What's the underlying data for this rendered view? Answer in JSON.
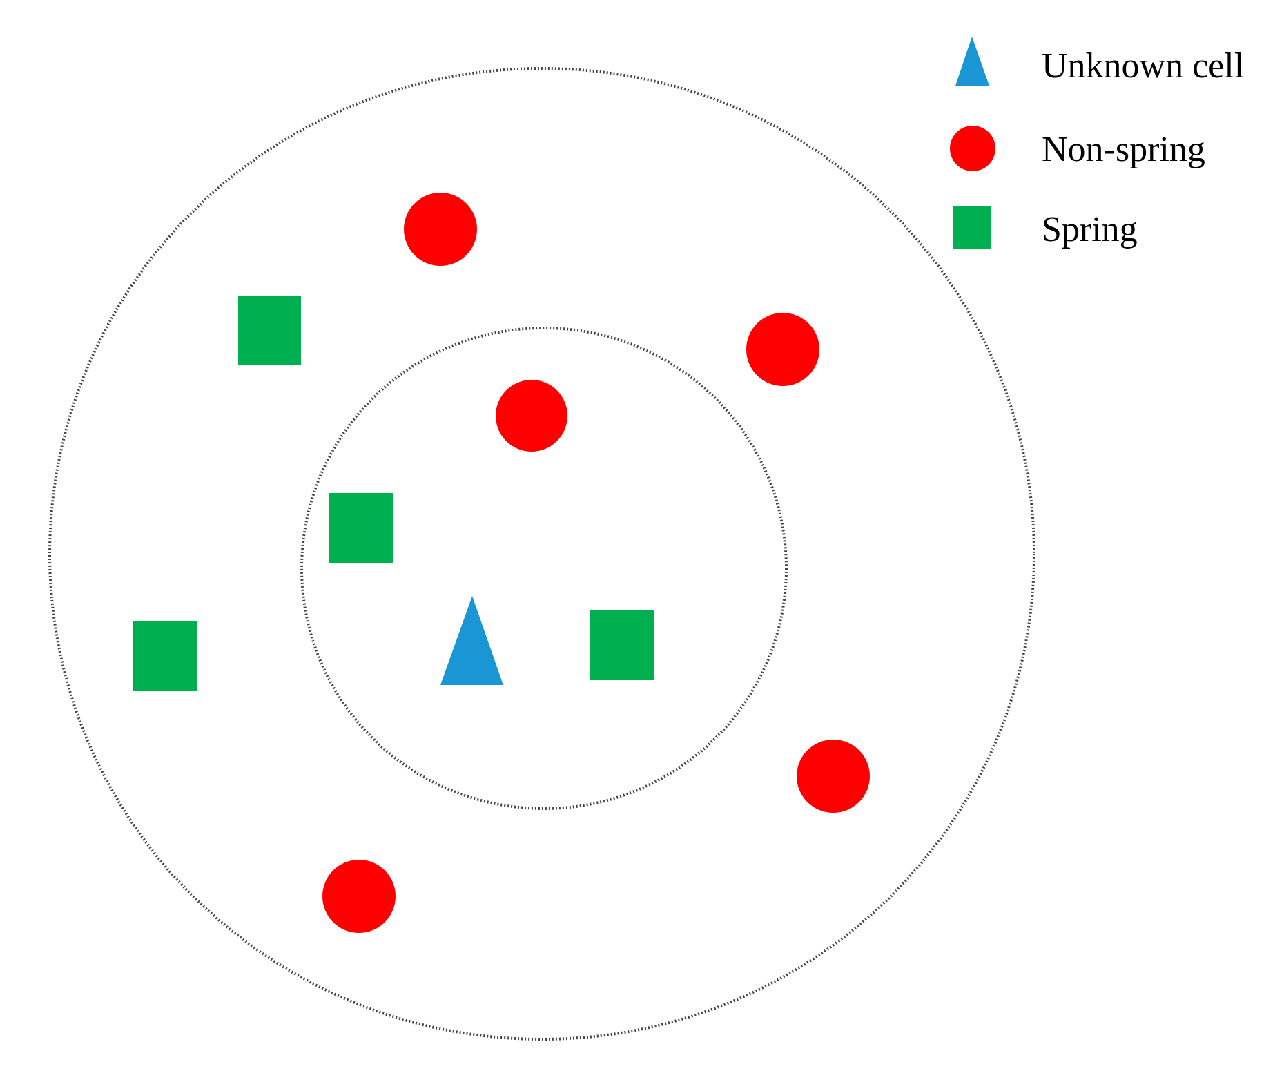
{
  "colors": {
    "unknown_cell": "#1a96d4",
    "non_spring": "#ff0000",
    "spring": "#00b050",
    "boundary": "#444444"
  },
  "legend": {
    "unknown_cell_label": "Unknown cell",
    "non_spring_label": "Non-spring",
    "spring_label": "Spring"
  },
  "legend_icons": {
    "unknown_cell": "blue-triangle-icon",
    "non_spring": "red-circle-icon",
    "spring": "green-square-icon"
  }
}
